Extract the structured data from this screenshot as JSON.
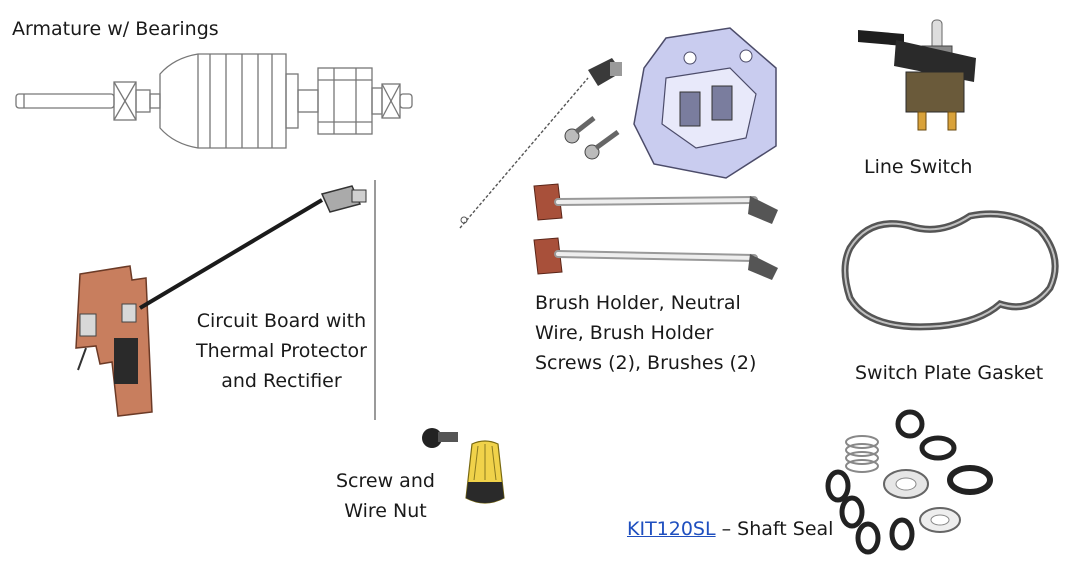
{
  "labels": {
    "armature": "Armature w/ Bearings",
    "circuit_board": [
      "Circuit Board with",
      "Thermal Protector",
      "and Rectifier"
    ],
    "screw_wire_nut": [
      "Screw and",
      "Wire Nut"
    ],
    "brush_holder": [
      "Brush Holder, Neutral",
      "Wire, Brush Holder",
      "Screws (2), Brushes (2)"
    ],
    "line_switch": "Line Switch",
    "gasket": "Switch Plate Gasket",
    "shaft_seal_link": "KIT120SL",
    "shaft_seal_suffix": " – Shaft Seal"
  },
  "colors": {
    "link": "#1f4fbf",
    "circuit_board": "#c87e5e",
    "brush": "#a8503a",
    "wire_nut": "#f0d24a",
    "gasket": "#555555"
  },
  "icons": [
    "armature-icon",
    "circuit-board-icon",
    "screw-icon",
    "wire-nut-icon",
    "brush-holder-icon",
    "brushes-icon",
    "line-switch-icon",
    "gasket-icon",
    "shaft-seal-icon"
  ]
}
